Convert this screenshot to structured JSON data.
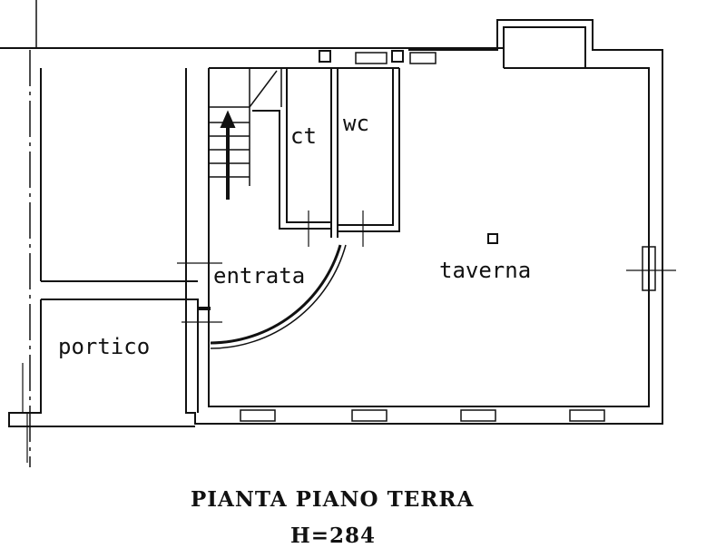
{
  "plan": {
    "title": "PIANTA PIANO TERRA",
    "height_label": "H=284",
    "rooms": [
      {
        "id": "ct",
        "label": "ct"
      },
      {
        "id": "wc",
        "label": "wc"
      },
      {
        "id": "entrata",
        "label": "entrata"
      },
      {
        "id": "taverna",
        "label": "taverna"
      },
      {
        "id": "portico",
        "label": "portico"
      }
    ],
    "colors": {
      "line": "#111111",
      "background": "#ffffff"
    }
  }
}
